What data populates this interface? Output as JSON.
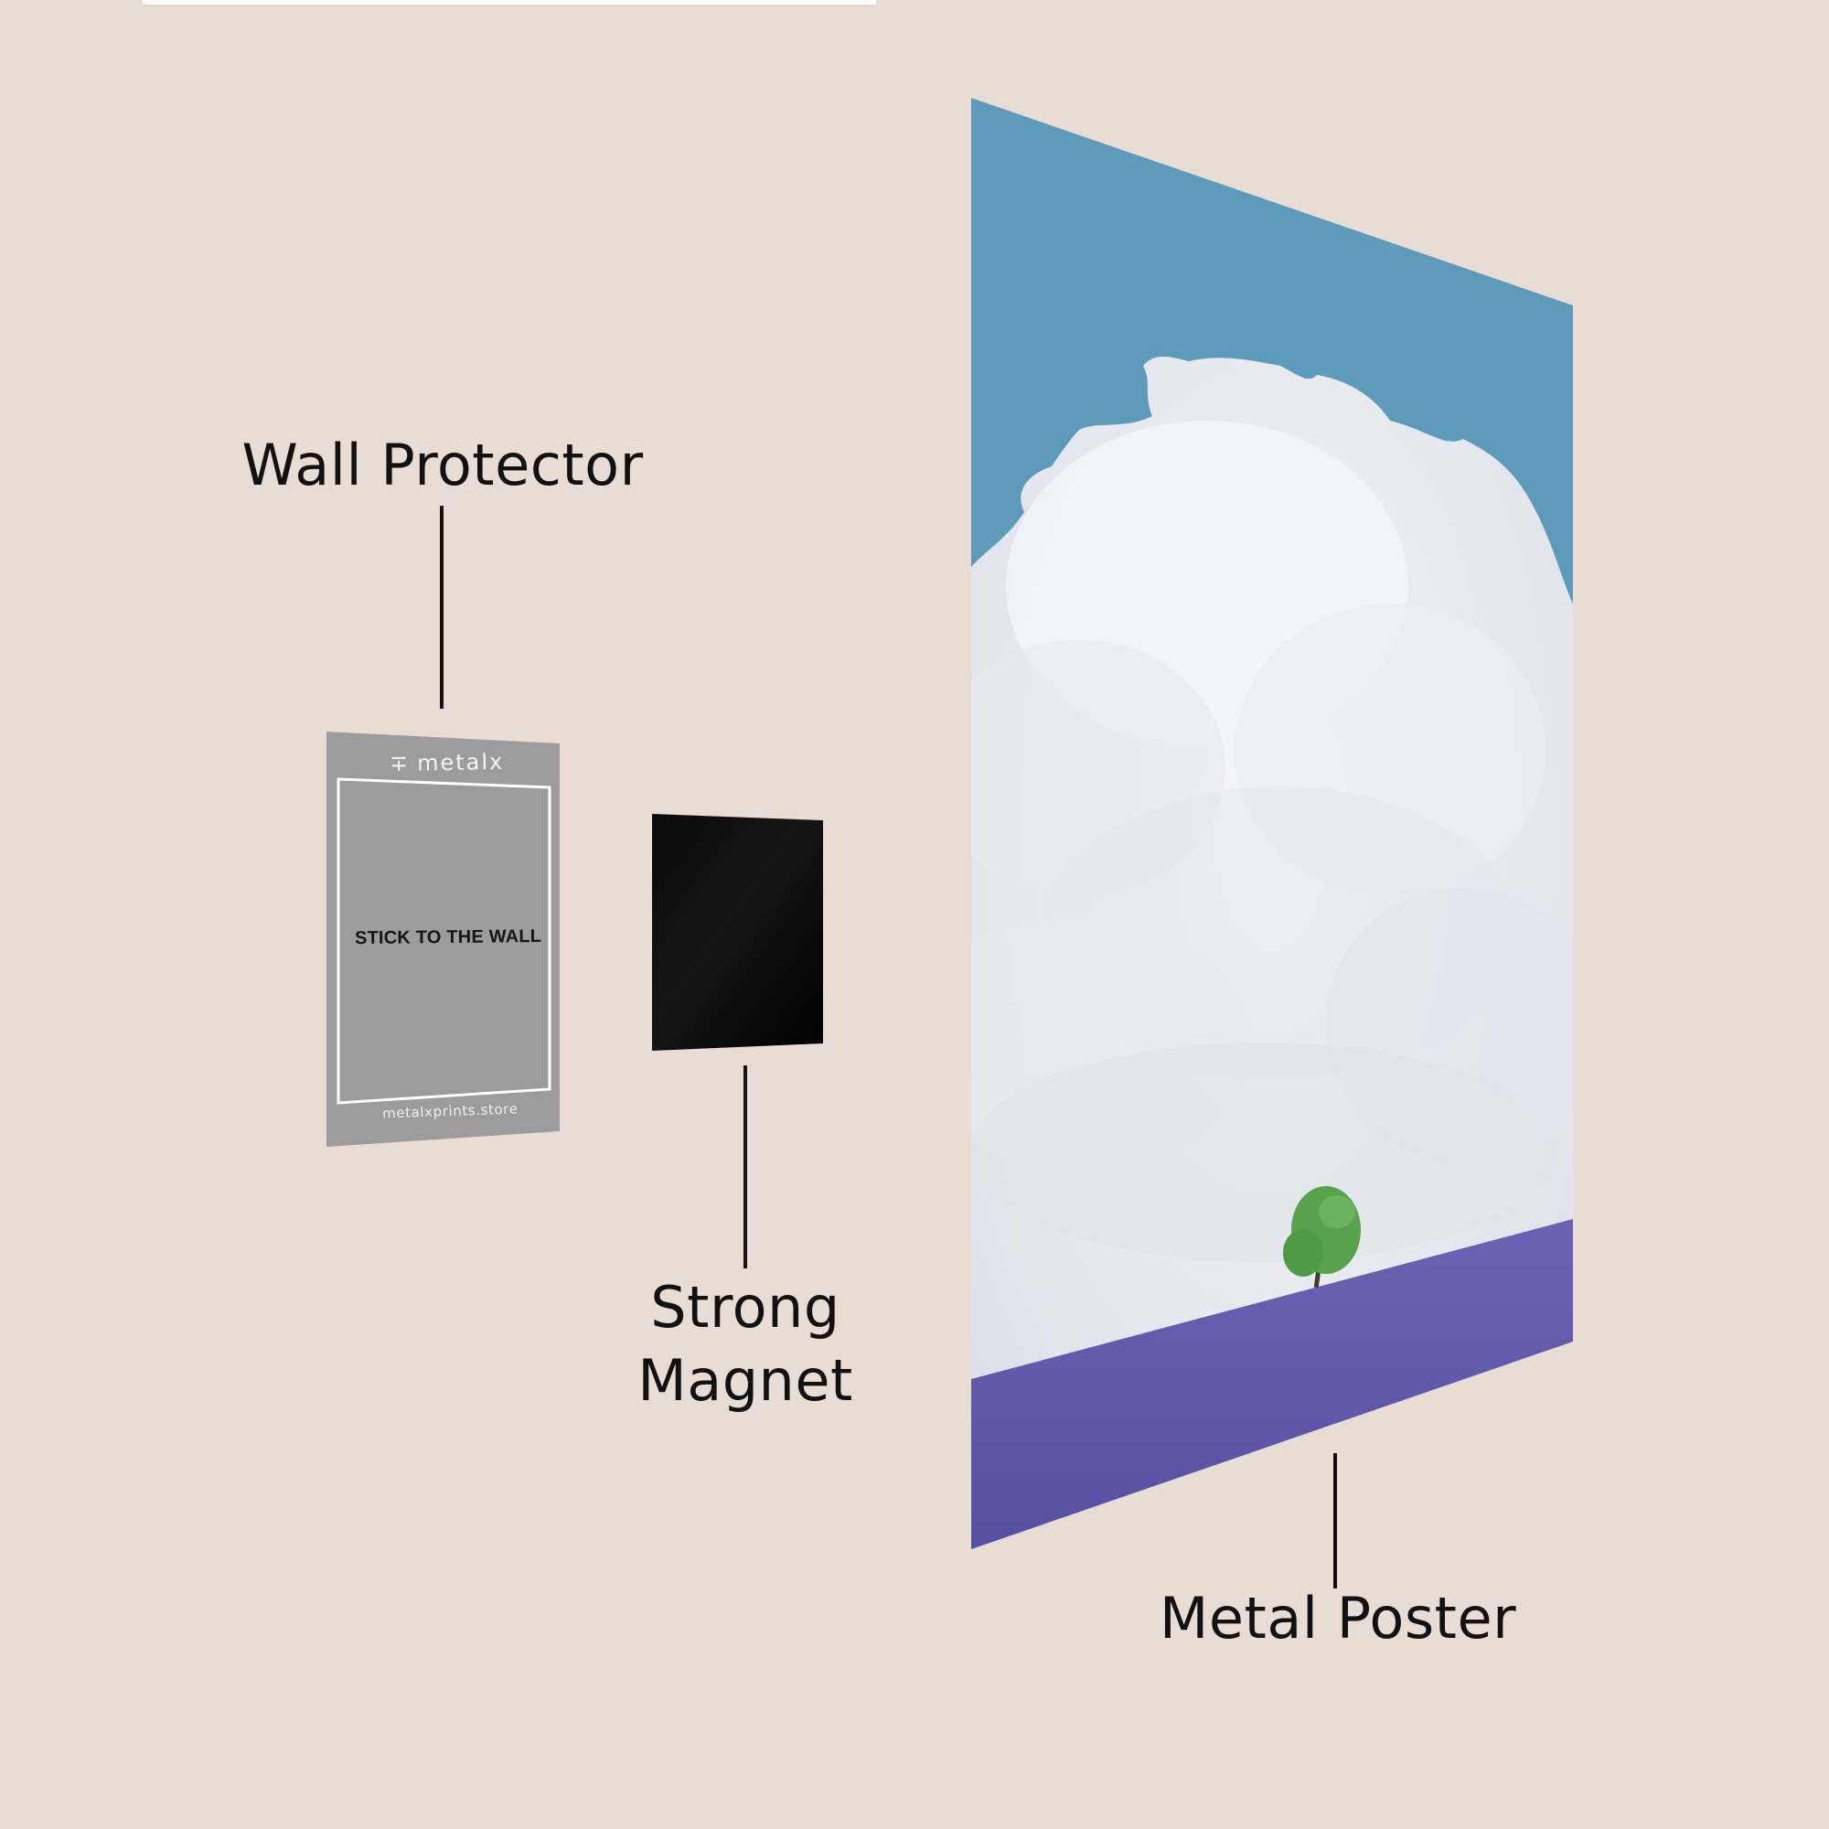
{
  "diagram": {
    "labels": {
      "wall_protector": "Wall Protector",
      "strong_magnet_line1": "Strong",
      "strong_magnet_line2": "Magnet",
      "metal_poster": "Metal Poster"
    },
    "wall_protector_card": {
      "logo_text": "metalx",
      "center_text": "STICK TO THE WALL",
      "footer_url": "metalxprints.store"
    },
    "colors": {
      "background": "#e8ddd5",
      "protector_gray": "#9c9c9c",
      "magnet_black": "#050505",
      "sky_blue": "#5e9bbb",
      "cloud_white": "#eef0f5",
      "lavender": "#5f58a8",
      "tree_green": "#4f9a45",
      "label_text": "#111111"
    },
    "components": [
      "Wall Protector",
      "Strong Magnet",
      "Metal Poster"
    ]
  }
}
